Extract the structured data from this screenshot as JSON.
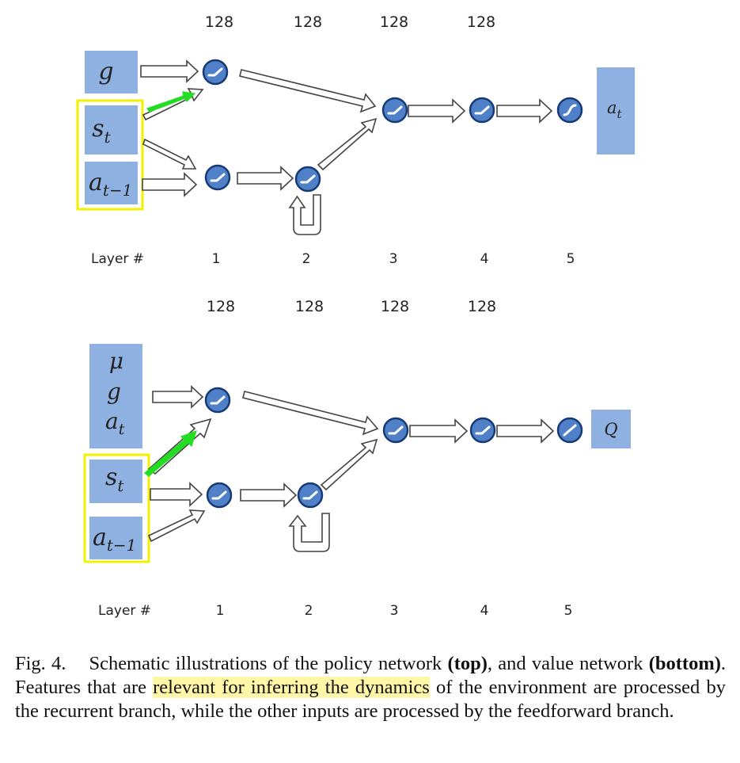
{
  "top": {
    "units": [
      "128",
      "128",
      "128",
      "128"
    ],
    "inputs": {
      "goal": "g",
      "state_main": "s",
      "state_sub": "t",
      "action_main": "a",
      "action_sub": "t−1"
    },
    "output": {
      "main": "a",
      "sub": "t"
    },
    "layer_label": "Layer #",
    "layers": [
      "1",
      "2",
      "3",
      "4",
      "5"
    ]
  },
  "bottom": {
    "units": [
      "128",
      "128",
      "128",
      "128"
    ],
    "inputs": {
      "mu": "μ",
      "goal": "g",
      "at_main": "a",
      "at_sub": "t",
      "state_main": "s",
      "state_sub": "t",
      "action_main": "a",
      "action_sub": "t−1"
    },
    "output": {
      "main": "Q"
    },
    "layer_label": "Layer #",
    "layers": [
      "1",
      "2",
      "3",
      "4",
      "5"
    ]
  },
  "caption": {
    "fig": "Fig. 4.",
    "p1": "Schematic illustrations of the policy network ",
    "top": "(top)",
    "p2": ", and value network ",
    "bottom": "(bottom)",
    "p3": ". Features that are ",
    "highlight": "relevant for inferring the dynamics",
    "p4": " of the environment are processed by the recurrent branch, while the other inputs are processed by the feedforward branch."
  },
  "colors": {
    "box": "#8fb1e1",
    "node": "#4f80c8",
    "highlight_frame": "#f2f200",
    "green_arrow": "#22dd22",
    "caption_highlight": "#fff6a8"
  }
}
